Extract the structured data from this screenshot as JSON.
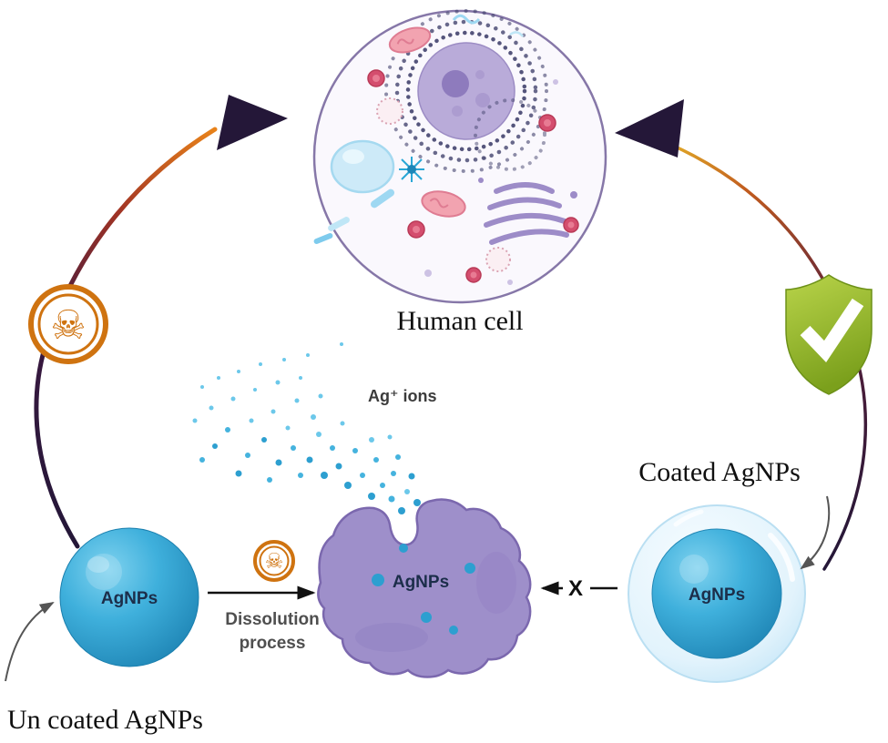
{
  "figure": {
    "labels": {
      "human_cell": "Human cell",
      "ag_ions": "Ag⁺ ions",
      "uncoated_caption": "Un coated AgNPs",
      "coated_caption": "Coated AgNPs",
      "dissolution_line1": "Dissolution",
      "dissolution_line2": "process",
      "blocked_x": "X"
    },
    "particles": {
      "uncoated_sphere": "AgNPs",
      "dissolved_blob": "AgNPs",
      "coated_sphere": "AgNPs"
    },
    "icons": {
      "hazard_skull": "☠",
      "safety_shield": "check-mark"
    },
    "colors": {
      "nanoparticle_blue": "#2d9fd0",
      "coating_halo": "#e2f3fc",
      "blob_purple": "#9e8fca",
      "hazard_orange": "#cf7310",
      "shield_green": "#8db32a",
      "arrow_dark": "#241738",
      "arrow_accent_orange": "#e8821a",
      "cell_fill": "#faf8fd",
      "cell_border": "#8677a8"
    }
  }
}
